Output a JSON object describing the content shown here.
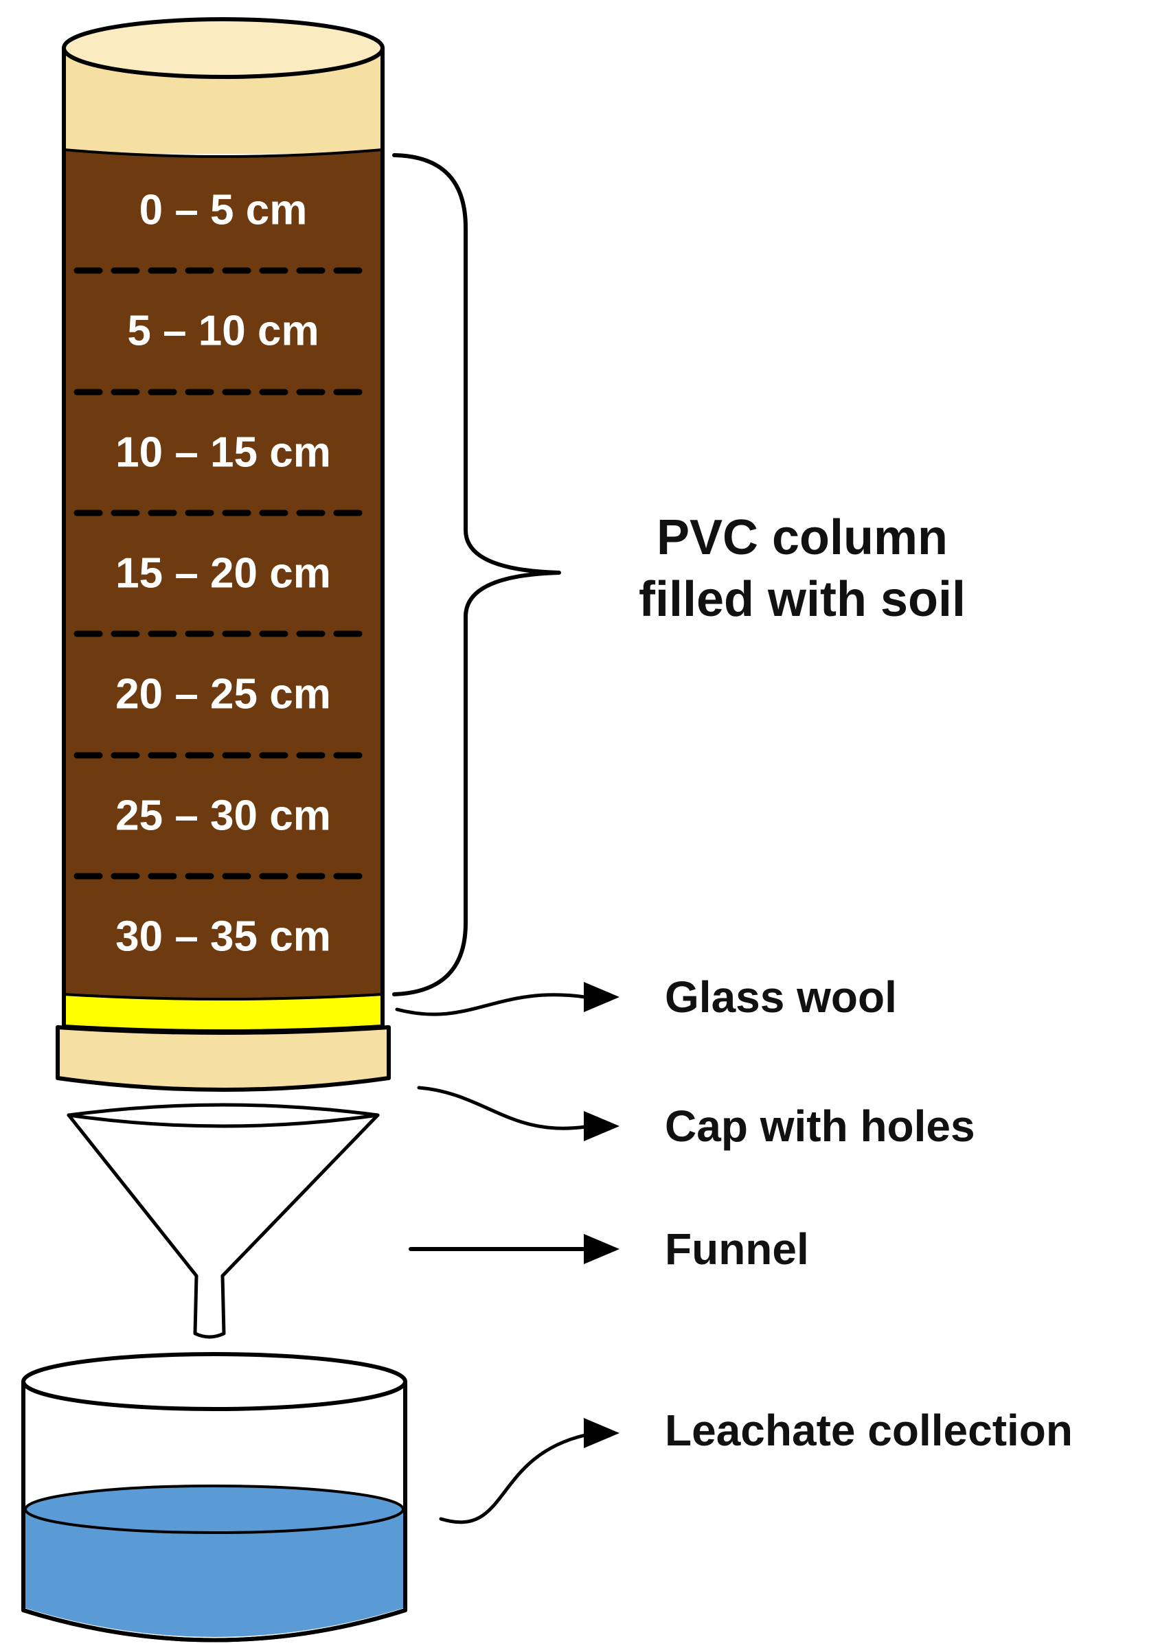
{
  "colors": {
    "cap_cream": "#F5DFA2",
    "cap_cream_light": "#FAEBC0",
    "soil_brown": "#6E3B10",
    "glass_wool_yellow": "#FFFF00",
    "leachate_blue": "#5B9BD5",
    "outline": "#000000",
    "segment_text": "#FFFFFF",
    "label_text": "#111111"
  },
  "column": {
    "segments": [
      {
        "label": "0 – 5 cm"
      },
      {
        "label": "5 – 10 cm"
      },
      {
        "label": "10 – 15 cm"
      },
      {
        "label": "15 – 20 cm"
      },
      {
        "label": "20 – 25 cm"
      },
      {
        "label": "25 – 30 cm"
      },
      {
        "label": "30 – 35 cm"
      }
    ]
  },
  "labels": {
    "pvc_column_line1": "PVC column",
    "pvc_column_line2": "filled with soil",
    "glass_wool": "Glass wool",
    "cap_with_holes": "Cap with holes",
    "funnel": "Funnel",
    "leachate_collection": "Leachate collection"
  }
}
